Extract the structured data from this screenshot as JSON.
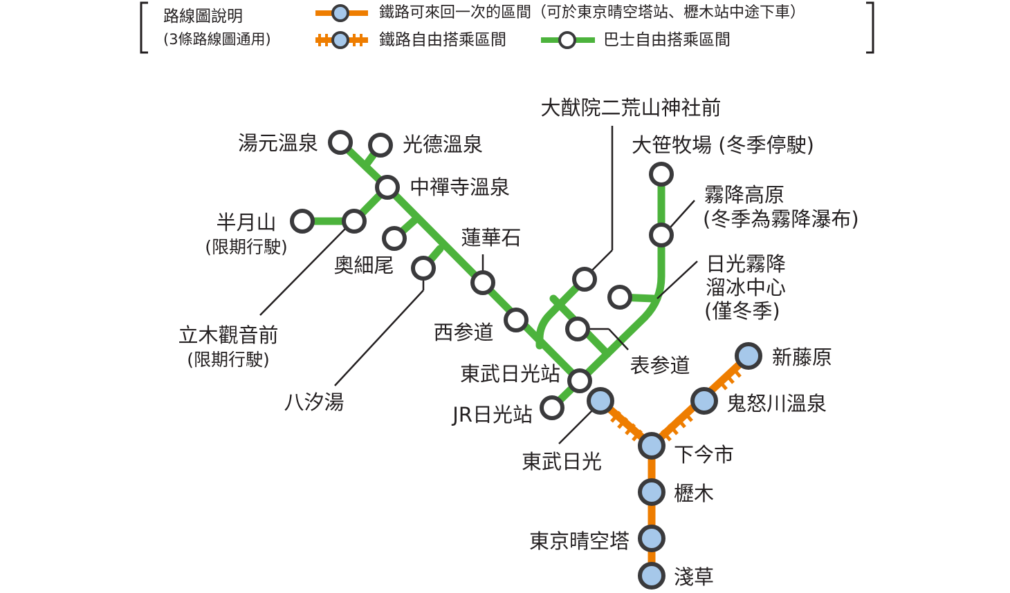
{
  "legend": {
    "title": "路線圖說明",
    "subtitle": "(3條路線圖通用)",
    "rail_once": "鐵路可來回一次的區間（可於東京晴空塔站、櫪木站中途下車）",
    "rail_free": "鐵路自由搭乘區間",
    "bus_free": "巴士自由搭乘區間"
  },
  "colors": {
    "rail": "#ee7d00",
    "bus": "#4cb33c",
    "rail_station": "#a6c8ea",
    "ring": "#3a3a3c"
  },
  "stations": {
    "yumoto": "湯元溫泉",
    "kotoku": "光德溫泉",
    "chuzenji": "中禪寺溫泉",
    "hangetsuyama": "半月山",
    "hangetsuyama_note": "(限期行駛)",
    "okuhosoo": "奧細尾",
    "rengeseki": "蓮華石",
    "hasshio": "八汐湯",
    "tachiki": "立木觀音前",
    "tachiki_note": "(限期行駛)",
    "nishisando": "西参道",
    "tobu_nikko_bus": "東武日光站",
    "jr_nikko": "JR日光站",
    "taiyuin": "大猷院二荒山神社前",
    "osasa": "大笹牧場 (冬季停駛)",
    "kirifuri_kogen": "霧降高原",
    "kirifuri_kogen_note": "(冬季為霧降瀑布)",
    "ice_center_1": "日光霧降",
    "ice_center_2": "溜冰中心",
    "ice_center_3": "(僅冬季)",
    "omotesando": "表参道",
    "shinfujiwara": "新藤原",
    "kinugawa": "鬼怒川溫泉",
    "tobu_nikko_rail": "東武日光",
    "shimoimaichi": "下今市",
    "tochigi": "櫪木",
    "skytree": "東京晴空塔",
    "asakusa": "淺草"
  }
}
